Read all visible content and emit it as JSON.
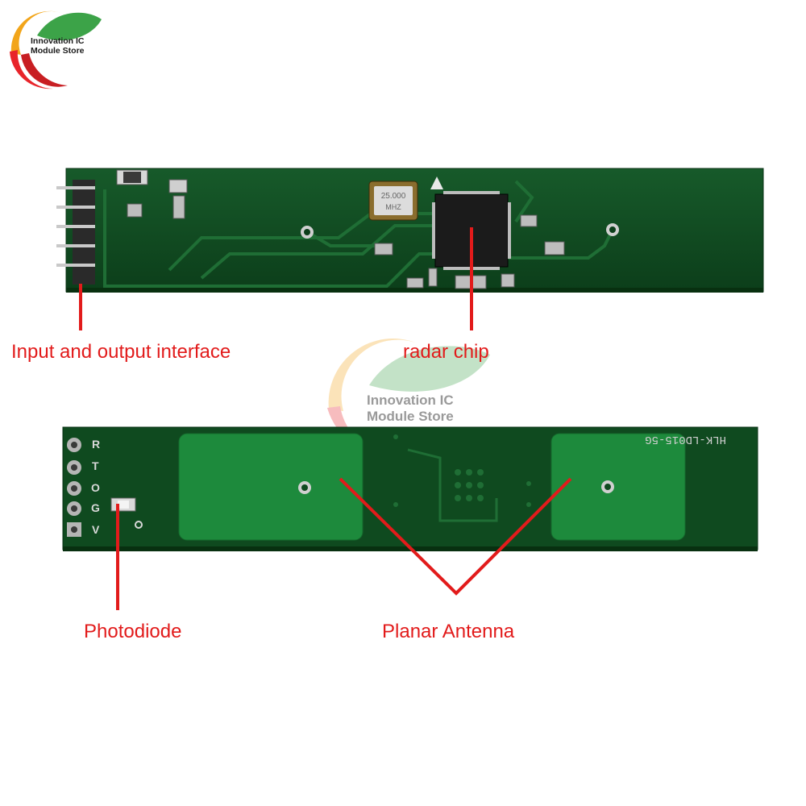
{
  "brand": {
    "line1": "Innovation IC",
    "line2": "Module Store"
  },
  "watermark": {
    "line1": "Innovation IC",
    "line2": "Module Store"
  },
  "top_board": {
    "crystal_line1": "25.000",
    "crystal_line2": "MHZ"
  },
  "bottom_board": {
    "silkscreen": "HLK-LD015-5G",
    "pin_labels": [
      "R",
      "T",
      "O",
      "G",
      "V"
    ]
  },
  "callouts": {
    "io_interface": "Input and output interface",
    "radar_chip": "radar chip",
    "photodiode": "Photodiode",
    "planar_antenna": "Planar Antenna"
  },
  "colors": {
    "pcb_green": "#0f4a1f",
    "antenna_green": "#1d8a3c",
    "callout_red": "#e21b1b"
  }
}
